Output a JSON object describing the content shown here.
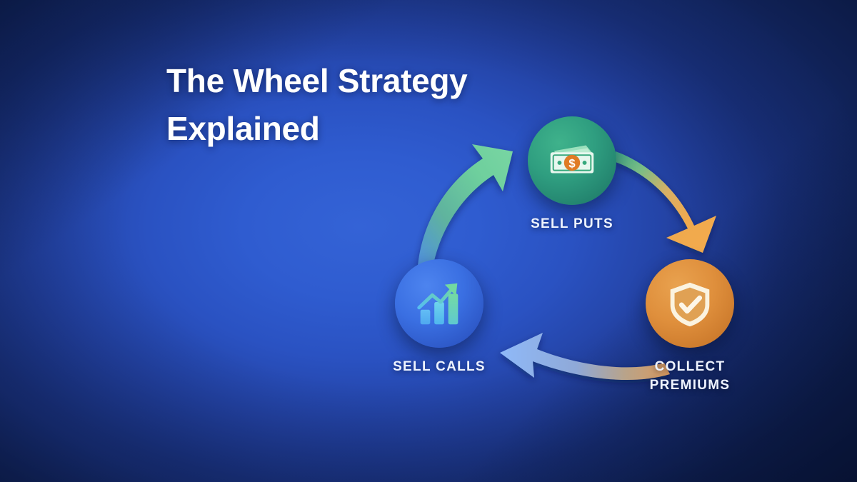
{
  "theme": {
    "background_center": "#3463d6",
    "background_edge": "#142a6b",
    "title_color": "#ffffff",
    "label_color": "#eef3ff",
    "green_node": "#2f9e80",
    "orange_node": "#df8f3c",
    "blue_node": "#3a6fe2",
    "arrow_green": "#6ecf9d",
    "arrow_orange": "#f0a94e",
    "arrow_blue": "#7fa9f2"
  },
  "title": {
    "line1": "The Wheel Strategy",
    "line2": "Explained"
  },
  "diagram": {
    "type": "cycle",
    "nodes": [
      {
        "id": "sell-puts",
        "caption_lines": [
          "SELL PUTS"
        ],
        "icon": "money-banknote-icon",
        "color": "#2f9e80",
        "order": 1
      },
      {
        "id": "collect-premiums",
        "caption_lines": [
          "COLLECT",
          "PREMIUMS"
        ],
        "icon": "shield-check-icon",
        "color": "#df8f3c",
        "order": 2
      },
      {
        "id": "sell-calls",
        "caption_lines": [
          "SELL CALLS"
        ],
        "icon": "bar-chart-growth-icon",
        "color": "#3a6fe2",
        "order": 3
      }
    ],
    "arrows": [
      {
        "id": "arrow-puts-to-premiums",
        "from": "sell-puts",
        "to": "collect-premiums",
        "from_color": "#4fbf95",
        "to_color": "#f0a94e"
      },
      {
        "id": "arrow-premiums-to-calls",
        "from": "collect-premiums",
        "to": "sell-calls",
        "from_color": "#e8a764",
        "to_color": "#8fb6f6"
      },
      {
        "id": "arrow-calls-to-puts",
        "from": "sell-calls",
        "to": "sell-puts",
        "from_color": "#5f9ae8",
        "to_color": "#74d2a1"
      }
    ]
  }
}
